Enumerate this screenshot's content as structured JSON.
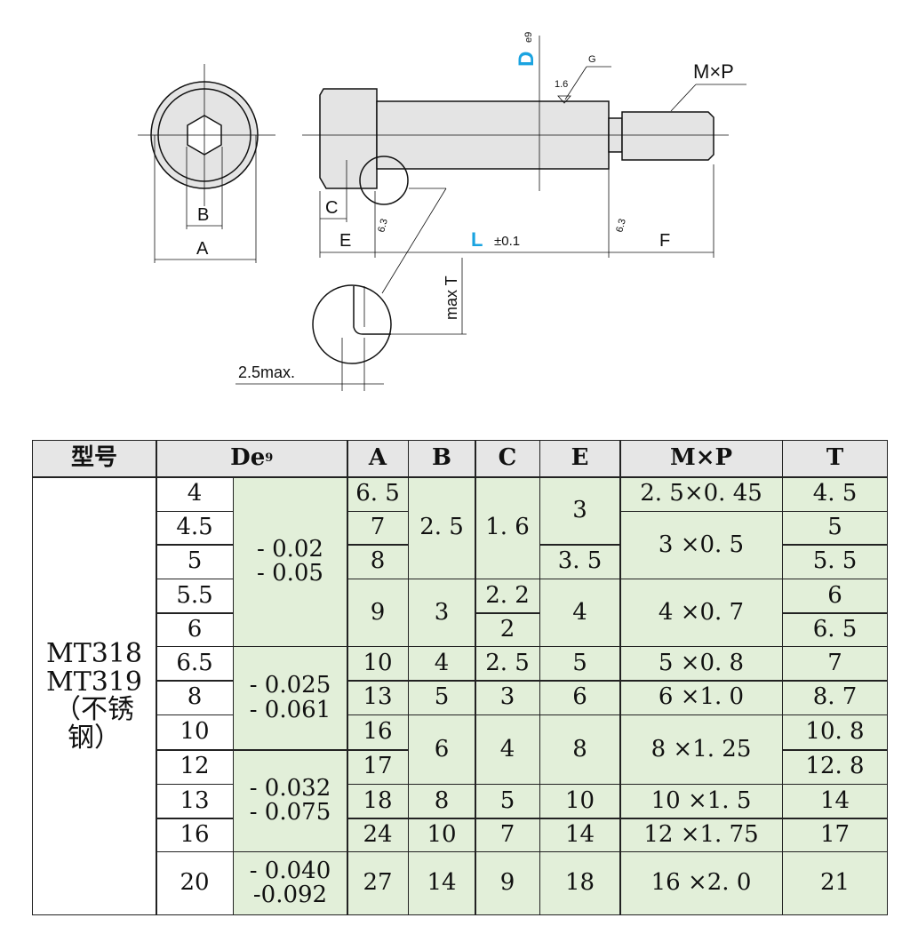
{
  "drawing": {
    "dim_A": "A",
    "dim_B": "B",
    "dim_C": "C",
    "dim_E": "E",
    "dim_L": "L",
    "tol_L": "±0.1",
    "dim_F": "F",
    "dim_D": "D",
    "d_sub": "e9",
    "thread": "M×P",
    "roughness_16": "1.6",
    "roughness_G": "G",
    "roughness_63a": "6.3",
    "roughness_63b": "6.3",
    "max_T": "max T",
    "max25": "2.5max.",
    "accent": "#1aa3e0"
  },
  "table": {
    "headers": {
      "model": "型号",
      "de": "De",
      "de_sub": "9",
      "a": "A",
      "b": "B",
      "c": "C",
      "e": "E",
      "mxp": "M×P",
      "t": "T"
    },
    "model": "MT318\nMT319\n（不锈\n钢）",
    "de": [
      "4",
      "4.5",
      "5",
      "5.5",
      "6",
      "6.5",
      "8",
      "10",
      "12",
      "13",
      "16",
      "20"
    ],
    "tol": [
      {
        "v": "- 0.02\n- 0.05",
        "rows": 5
      },
      {
        "v": "- 0.025\n- 0.061",
        "rows": 3
      },
      {
        "v": "- 0.032\n- 0.075",
        "rows": 3
      },
      {
        "v": "- 0.040\n-0.092",
        "rows": 1
      }
    ],
    "a": [
      {
        "v": "6. 5",
        "rows": 1
      },
      {
        "v": "7",
        "rows": 1
      },
      {
        "v": "8",
        "rows": 1
      },
      {
        "v": "9",
        "rows": 2
      },
      {
        "v": "10",
        "rows": 1
      },
      {
        "v": "13",
        "rows": 1
      },
      {
        "v": "16",
        "rows": 1
      },
      {
        "v": "17",
        "rows": 1
      },
      {
        "v": "18",
        "rows": 1
      },
      {
        "v": "24",
        "rows": 1
      },
      {
        "v": "27",
        "rows": 1
      }
    ],
    "b": [
      {
        "v": "2. 5",
        "rows": 3
      },
      {
        "v": "3",
        "rows": 2
      },
      {
        "v": "4",
        "rows": 1
      },
      {
        "v": "5",
        "rows": 1
      },
      {
        "v": "6",
        "rows": 2
      },
      {
        "v": "8",
        "rows": 1
      },
      {
        "v": "10",
        "rows": 1
      },
      {
        "v": "14",
        "rows": 1
      }
    ],
    "c": [
      {
        "v": "1. 6",
        "rows": 3
      },
      {
        "v": "2. 2",
        "rows": 1
      },
      {
        "v": "2",
        "rows": 1
      },
      {
        "v": "2. 5",
        "rows": 1
      },
      {
        "v": "3",
        "rows": 1
      },
      {
        "v": "4",
        "rows": 2
      },
      {
        "v": "5",
        "rows": 1
      },
      {
        "v": "7",
        "rows": 1
      },
      {
        "v": "9",
        "rows": 1
      }
    ],
    "e": [
      {
        "v": "3",
        "rows": 2
      },
      {
        "v": "3. 5",
        "rows": 1
      },
      {
        "v": "4",
        "rows": 2
      },
      {
        "v": "5",
        "rows": 1
      },
      {
        "v": "6",
        "rows": 1
      },
      {
        "v": "8",
        "rows": 2
      },
      {
        "v": "10",
        "rows": 1
      },
      {
        "v": "14",
        "rows": 1
      },
      {
        "v": "18",
        "rows": 1
      }
    ],
    "mxp": [
      {
        "v": "2. 5×0. 45",
        "rows": 1
      },
      {
        "v": "3 ×0. 5",
        "rows": 2
      },
      {
        "v": "4 ×0. 7",
        "rows": 2
      },
      {
        "v": "5 ×0. 8",
        "rows": 1
      },
      {
        "v": "6 ×1. 0",
        "rows": 1
      },
      {
        "v": "8 ×1. 25",
        "rows": 2
      },
      {
        "v": "10 ×1. 5",
        "rows": 1
      },
      {
        "v": "12 ×1. 75",
        "rows": 1
      },
      {
        "v": "16 ×2. 0",
        "rows": 1
      }
    ],
    "t": [
      "4. 5",
      "5",
      "5. 5",
      "6",
      "6. 5",
      "7",
      "8. 7",
      "10. 8",
      "12. 8",
      "14",
      "17",
      "21"
    ]
  }
}
